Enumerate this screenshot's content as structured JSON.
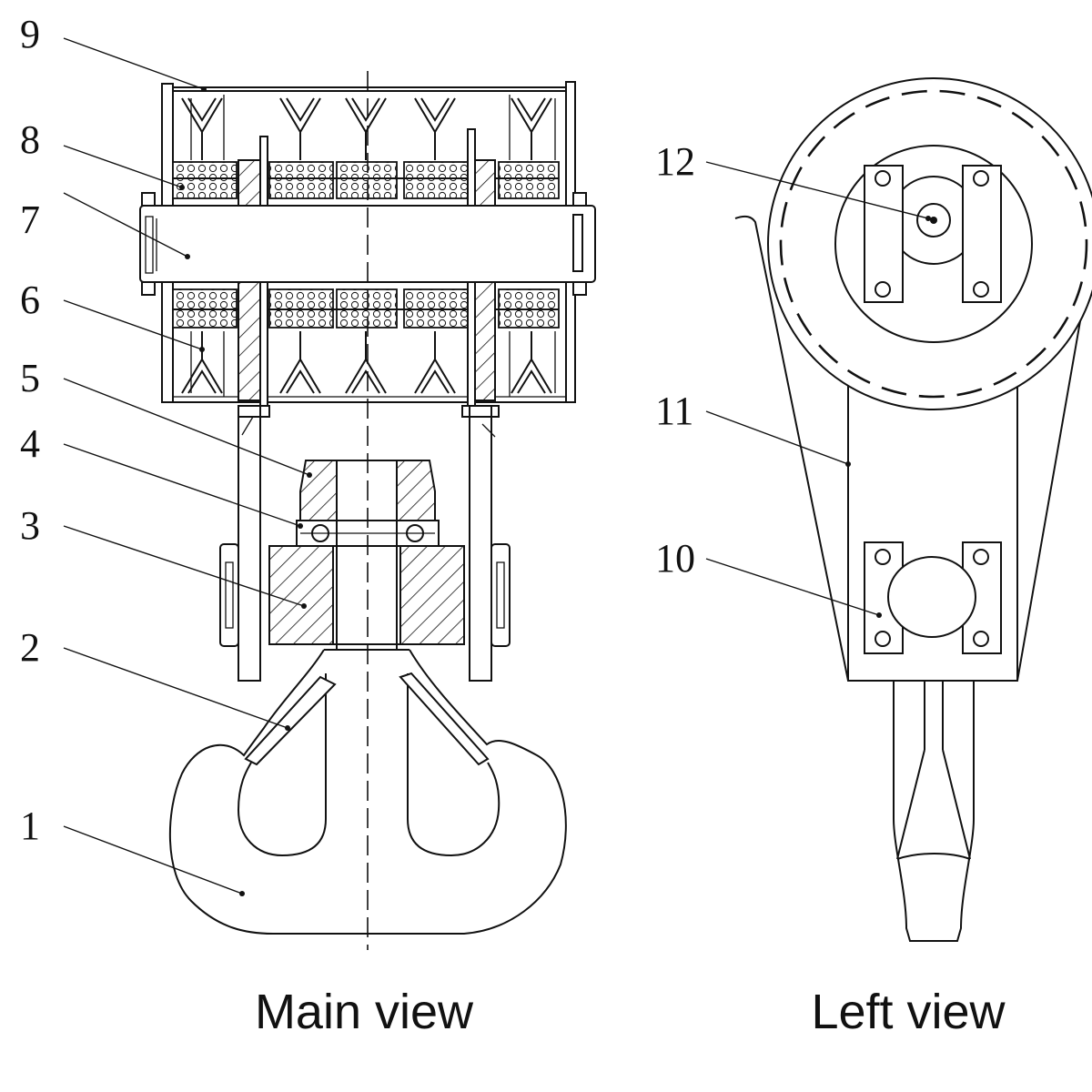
{
  "captions": {
    "main_view": "Main view",
    "left_view": "Left view"
  },
  "labels": {
    "p1": "1",
    "p2": "2",
    "p3": "3",
    "p4": "4",
    "p5": "5",
    "p6": "6",
    "p7": "7",
    "p8": "8",
    "p9": "9",
    "p10": "10",
    "p11": "11",
    "p12": "12"
  },
  "colors": {
    "line": "#111111",
    "background": "#ffffff"
  }
}
